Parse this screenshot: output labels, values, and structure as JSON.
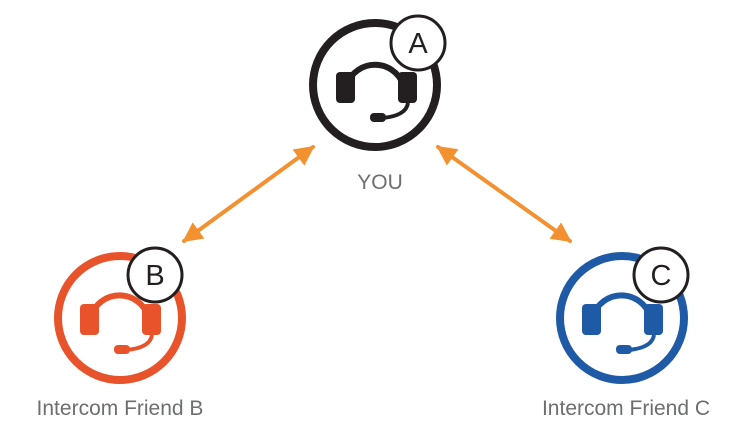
{
  "nodes": {
    "a": {
      "badge": "A",
      "label": "YOU",
      "color": "#231f20"
    },
    "b": {
      "badge": "B",
      "label": "Intercom Friend B",
      "color": "#e8532b"
    },
    "c": {
      "badge": "C",
      "label": "Intercom Friend C",
      "color": "#1f5aa6"
    }
  },
  "colors": {
    "arrow": "#f39131",
    "label_text": "#6d6e70",
    "badge_ring": "#231f20"
  },
  "icons": {
    "node_icon": "headset-icon"
  },
  "links": [
    {
      "from": "a",
      "to": "b",
      "direction": "both"
    },
    {
      "from": "a",
      "to": "c",
      "direction": "both"
    }
  ]
}
